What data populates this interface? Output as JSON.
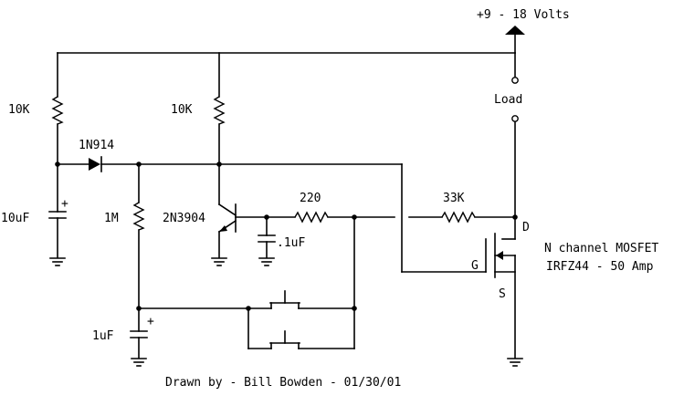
{
  "supply": {
    "label": "+9 - 18  Volts"
  },
  "load": {
    "label": "Load"
  },
  "resistors": {
    "r_left": "10K",
    "r_mid": "10K",
    "r_bias": "1M",
    "r_base": "220",
    "r_gate": "33K"
  },
  "capacitors": {
    "c_timing": "10uF",
    "c_timing_polarity": "+",
    "c_base": ".1uF",
    "c_reset": "1uF",
    "c_reset_polarity": "+"
  },
  "diode": {
    "label": "1N914"
  },
  "transistor": {
    "label": "2N3904"
  },
  "mosfet": {
    "pin_d": "D",
    "pin_g": "G",
    "pin_s": "S",
    "type": "N channel MOSFET",
    "part": "IRFZ44 - 50 Amp"
  },
  "credit": {
    "text": "Drawn by - Bill Bowden - 01/30/01"
  }
}
